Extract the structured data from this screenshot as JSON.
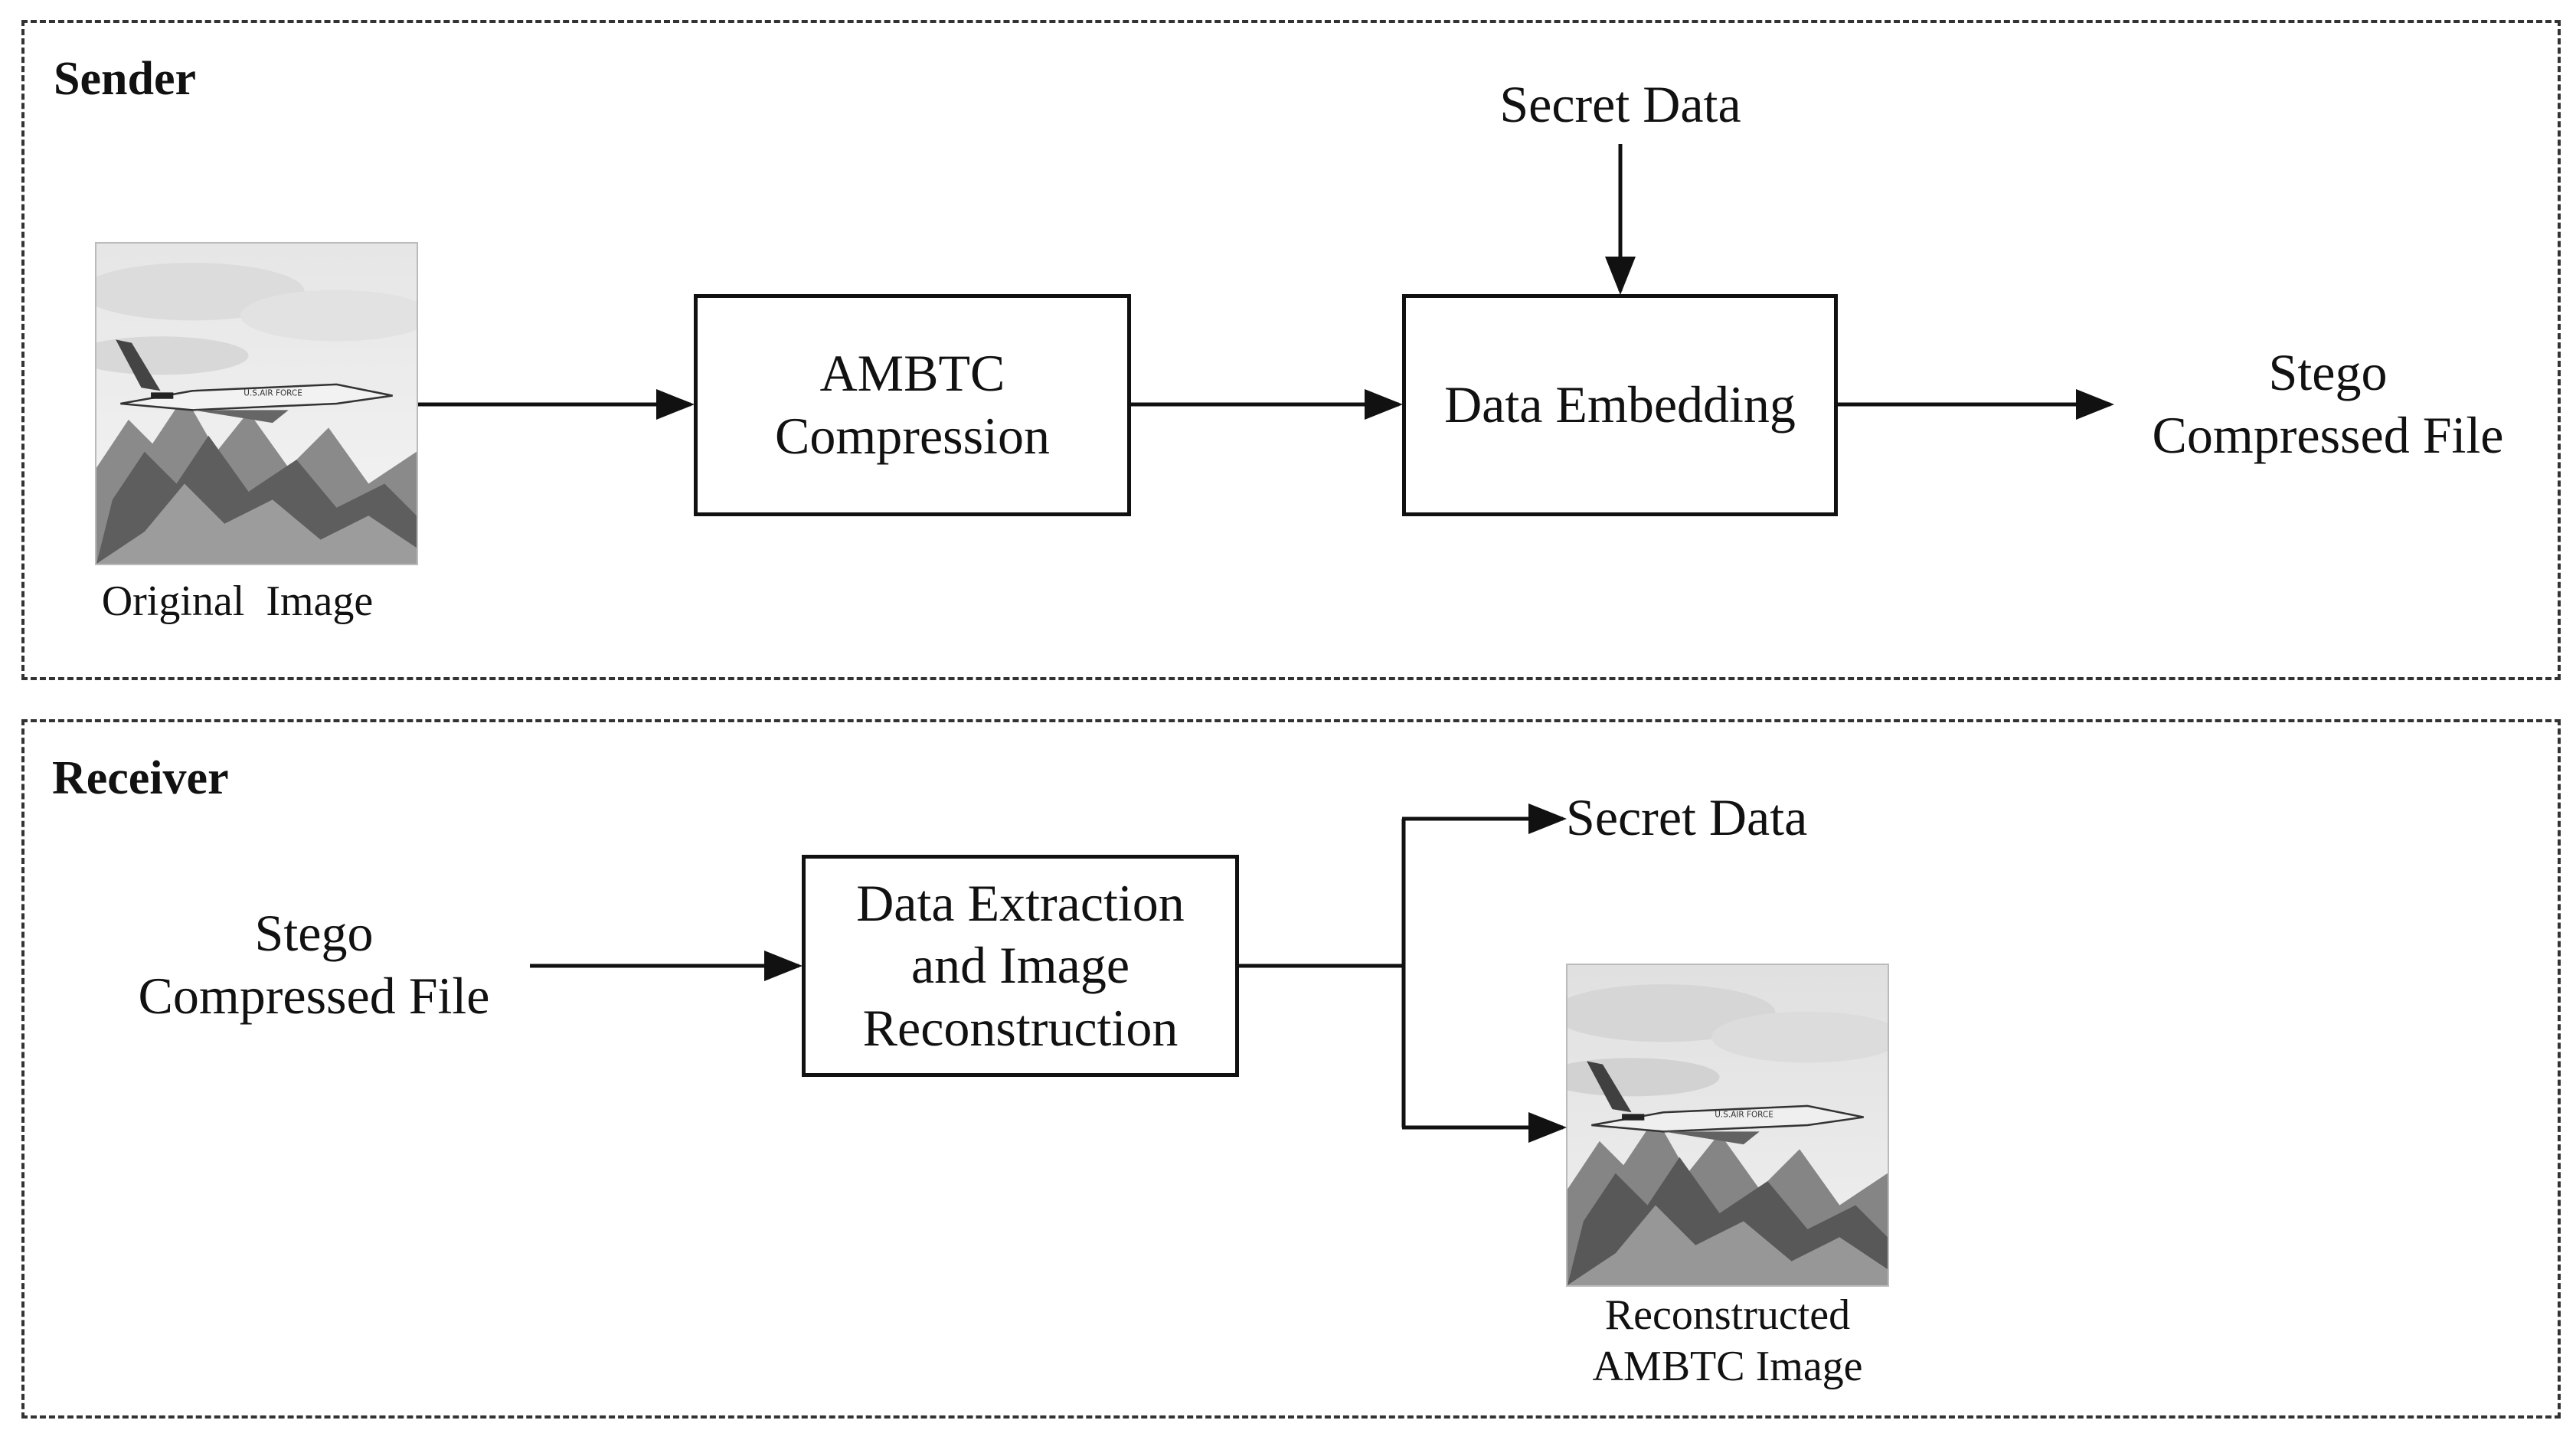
{
  "sender": {
    "title": "Sender",
    "original_image_caption": "Original  Image",
    "ambtc_box": "AMBTC\nCompression",
    "embedding_box": "Data Embedding",
    "secret_data_label": "Secret Data",
    "output_label": "Stego\nCompressed File"
  },
  "receiver": {
    "title": "Receiver",
    "input_label": "Stego\nCompressed File",
    "extraction_box": "Data Extraction\nand Image\nReconstruction",
    "secret_data_label": "Secret Data",
    "reconstructed_caption": "Reconstructed\nAMBTC Image"
  },
  "photo_caption_aircraft": "U.S.AIR FORCE",
  "colors": {
    "stroke": "#111111",
    "panel_border": "#333333",
    "background": "#ffffff"
  }
}
